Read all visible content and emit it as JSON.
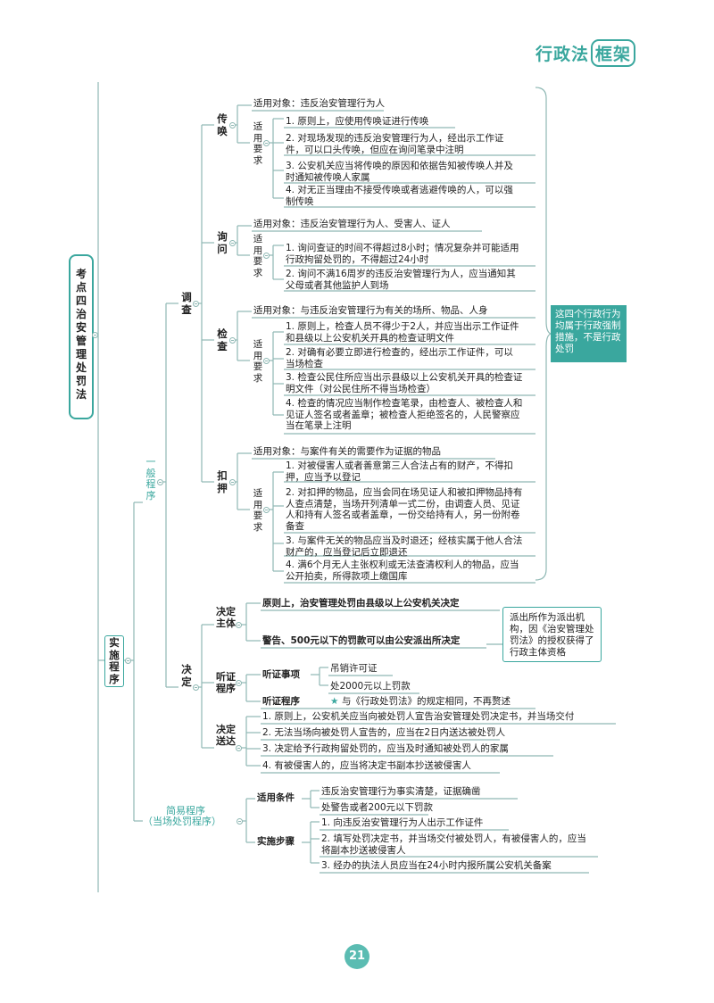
{
  "brand": {
    "text": "行政法",
    "box_text": "框架"
  },
  "page_number": "21",
  "title": "考点四 治安管理处罚法",
  "root": "实施程序",
  "general": {
    "label": "一般程序",
    "investigation": {
      "label": "调查",
      "summons": {
        "label": "传唤",
        "target": "适用对象：违反治安管理行为人",
        "req_label": "适用要求",
        "items": [
          "1. 原则上，应使用传唤证进行传唤",
          "2. 对现场发现的违反治安管理行为人，经出示工作证件，可以口头传唤，但应在询问笔录中注明",
          "3. 公安机关应当将传唤的原因和依据告知被传唤人并及时通知被传唤人家属",
          "4. 对无正当理由不接受传唤或者逃避传唤的人，可以强制传唤"
        ]
      },
      "inquiry": {
        "label": "询问",
        "target": "适用对象：违反治安管理行为人、受害人、证人",
        "req_label": "适用要求",
        "items": [
          "1. 询问查证的时间不得超过8小时；情况复杂并可能适用行政拘留处罚的，不得超过24小时",
          "2. 询问不满16周岁的违反治安管理行为人，应当通知其父母或者其他监护人到场"
        ]
      },
      "inspection": {
        "label": "检查",
        "target": "适用对象：与违反治安管理行为有关的场所、物品、人身",
        "req_label": "适用要求",
        "items": [
          "1. 原则上，检查人员不得少于2人，并应当出示工作证件和县级以上公安机关开具的检查证明文件",
          "2. 对确有必要立即进行检查的，经出示工作证件，可以当场检查",
          "3. 检查公民住所应当出示县级以上公安机关开具的检查证明文件（对公民住所不得当场检查）",
          "4. 检查的情况应当制作检查笔录，由检查人、被检查人和见证人签名或者盖章；被检查人拒绝签名的，人民警察应当在笔录上注明"
        ]
      },
      "seizure": {
        "label": "扣押",
        "target": "适用对象：与案件有关的需要作为证据的物品",
        "req_label": "适用要求",
        "items": [
          "1. 对被侵害人或者善意第三人合法占有的财产，不得扣押，应当予以登记",
          "2. 对扣押的物品，应当会同在场见证人和被扣押物品持有人查点清楚，当场开列清单一式二份，由调查人员、见证人和持有人签名或者盖章，一份交给持有人，另一份附卷备查",
          "3. 与案件无关的物品应当及时退还；经核实属于他人合法财产的，应当登记后立即退还",
          "4. 满6个月无人主张权利或无法查清权利人的物品，应当公开拍卖，所得款项上缴国库"
        ]
      },
      "callout": "这四个行政行为均属于行政强制措施，不是行政处罚"
    },
    "decision": {
      "label": "决定",
      "subject": {
        "label": "决定主体",
        "principle": "原则上，治安管理处罚由县级以上公安机关决定",
        "exception": "警告、500元以下的罚款可以由公安派出所决定",
        "callout": "派出所作为派出机构，因《治安管理处罚法》的授权获得了行政主体资格"
      },
      "hearing": {
        "label": "听证程序",
        "matters_label": "听证事项",
        "matters": [
          "吊销许可证",
          "处2000元以上罚款"
        ],
        "procedure_label": "听证程序",
        "procedure": "与《行政处罚法》的规定相同，不再赘述"
      },
      "delivery": {
        "label": "决定送达",
        "items": [
          "1. 原则上，公安机关应当向被处罚人宣告治安管理处罚决定书，并当场交付",
          "2. 无法当场向被处罚人宣告的，应当在2日内送达被处罚人",
          "3. 决定给予行政拘留处罚的，应当及时通知被处罚人的家属",
          "4. 有被侵害人的，应当将决定书副本抄送被侵害人"
        ]
      }
    }
  },
  "simple": {
    "label": "简易程序",
    "sublabel": "（当场处罚程序）",
    "conditions_label": "适用条件",
    "conditions": [
      "违反治安管理行为事实清楚，证据确凿",
      "处警告或者200元以下罚款"
    ],
    "steps_label": "实施步骤",
    "steps": [
      "1. 向违反治安管理行为人出示工作证件",
      "2. 填写处罚决定书，并当场交付被处罚人，有被侵害人的，应当将副本抄送被侵害人",
      "3. 经办的执法人员应当在24小时内报所属公安机关备案"
    ]
  }
}
